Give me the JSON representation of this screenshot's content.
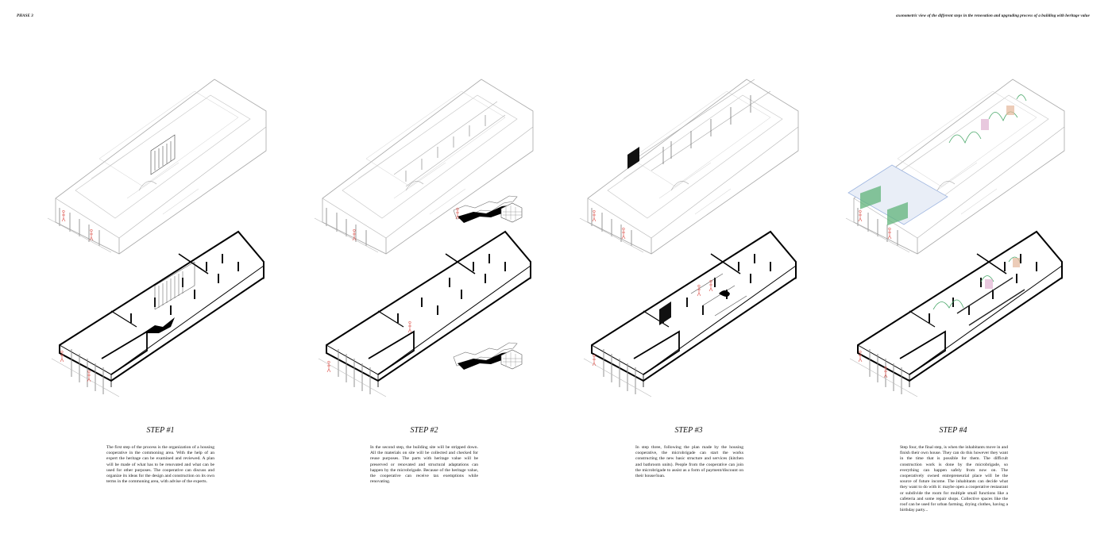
{
  "header": {
    "phase": "PHASE 3",
    "caption": "axonometric view of the different steps in the renovation and upgrading process of a building with heritage value"
  },
  "steps": [
    {
      "title": "STEP #1",
      "text": "The first step of the process is the organization of a housing cooperative in the commoning area. With the help of an expert the heritage can be examined and reviewed. A plan will be made of what has to be renovated and what can be used for other purposes. The cooperative can discuss and organize its ideas for the design and construction on its own terms in the commoning area, with advise of the experts."
    },
    {
      "title": "STEP #2",
      "text": "In the second step, the building site will be stripped down. All the materials on site will be collected and checked for reuse purposes. The parts with heritage value will be preserved or renovated and structural adaptations can happen by the microbrigade. Because of the heritage value, the cooperative can receive tax exemptions while renovating."
    },
    {
      "title": "STEP #3",
      "text": "In step three, following the plan made by the housing cooperative, the microbrigade can start the works constructing the new basic structure and services (kitchen and bathroom units). People from the cooperative can join the microbrigade to assist as a form of payment/discount on their house/loan."
    },
    {
      "title": "STEP #4",
      "text": "Step four, the final step, is when the inhabitants move in and finish their own house. They can do this however they want in the time that is possible for them. The difficult construction work is done by the microbrigade, so everything can happen safely from now on. The cooperatively owned entrepreneurial place will be the source of future income. The inhabitants can decide what they want to do with it: maybe open a cooperative restaurant or subdivide the room for multiple small functions like a cafeteria and some repair shops. Collective spaces like the roof can be used for urban farming, drying clothes, having a birthday party..."
    }
  ],
  "colors": {
    "line": "#9a9a9a",
    "plan_line": "#000000",
    "people": "#e0605a",
    "plants": "#4aa86a",
    "accent_pink": "#d9a3c8",
    "accent_blue": "#9fb6e0"
  }
}
